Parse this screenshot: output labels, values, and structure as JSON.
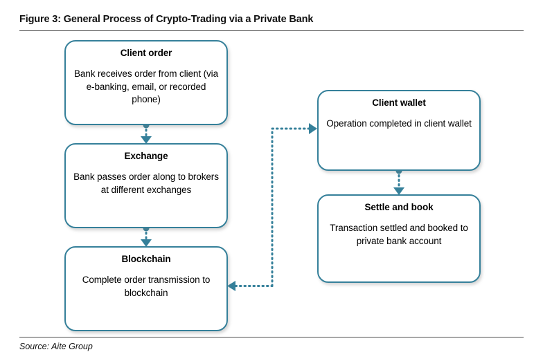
{
  "figure": {
    "title": "Figure 3: General Process of Crypto-Trading via a Private Bank",
    "source": "Source: Aite Group",
    "accent_color": "#35809A",
    "background_color": "#FFFFFF",
    "text_color": "#000000"
  },
  "diagram": {
    "type": "flowchart",
    "orientation": "two-column",
    "nodes": [
      {
        "id": "client-order",
        "title": "Client order",
        "body": "Bank receives order from client (via e-banking, email, or recorded phone)",
        "column": "left",
        "order": 1
      },
      {
        "id": "exchange",
        "title": "Exchange",
        "body": "Bank passes order along to brokers at different exchanges",
        "column": "left",
        "order": 2
      },
      {
        "id": "blockchain",
        "title": "Blockchain",
        "body": "Complete order transmission to blockchain",
        "column": "left",
        "order": 3
      },
      {
        "id": "client-wallet",
        "title": "Client wallet",
        "body": "Operation completed in client wallet",
        "column": "right",
        "order": 4
      },
      {
        "id": "settle-and-book",
        "title": "Settle and book",
        "body": "Transaction settled and booked to private bank account",
        "column": "right",
        "order": 5
      }
    ],
    "edges": [
      {
        "from": "client-order",
        "to": "exchange",
        "style": "dotted",
        "direction": "down"
      },
      {
        "from": "exchange",
        "to": "blockchain",
        "style": "dotted",
        "direction": "down"
      },
      {
        "from": "blockchain",
        "to": "client-wallet",
        "style": "dotted",
        "direction": "right-up-right"
      },
      {
        "from": "client-wallet",
        "to": "settle-and-book",
        "style": "dotted",
        "direction": "down"
      }
    ]
  }
}
